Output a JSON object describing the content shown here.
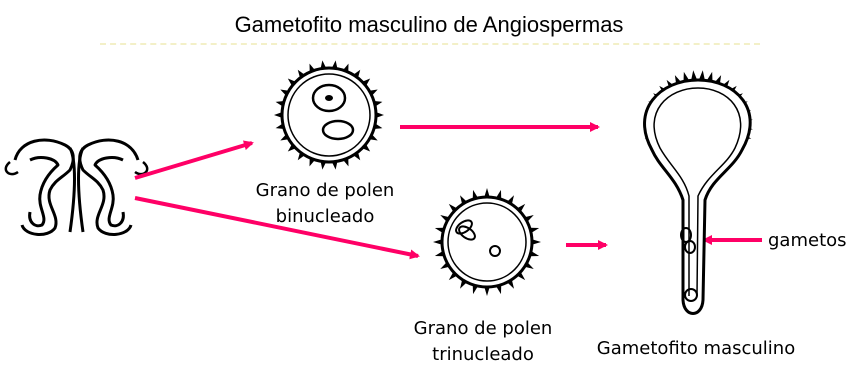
{
  "title": "Gametofito masculino de Angiospermas",
  "labels": {
    "binucleate_line1": "Grano de polen",
    "binucleate_line2": "binucleado",
    "trinucleate_line1": "Grano de polen",
    "trinucleate_line2": "trinucleado",
    "gametophyte": "Gametofito masculino",
    "gametes": "gametos"
  },
  "colors": {
    "arrow": "#ff0066",
    "ink": "#000000",
    "title_rule": "#f3f0c8"
  },
  "icons": [
    "anther-icon",
    "binucleate-pollen-grain-icon",
    "trinucleate-pollen-grain-icon",
    "male-gametophyte-icon"
  ]
}
